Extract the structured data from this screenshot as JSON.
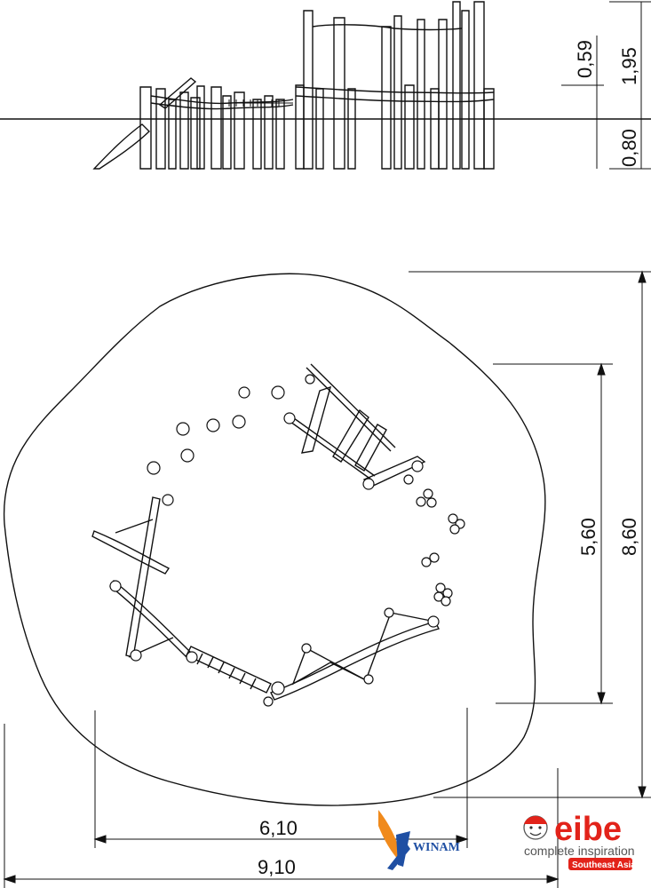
{
  "elevation": {
    "height_above": "0,59",
    "height_total": "1,95",
    "depth_below": "0,80"
  },
  "plan": {
    "inner_height": "5,60",
    "outer_height": "8,60",
    "inner_width": "6,10",
    "outer_width": "9,10"
  },
  "logos": {
    "winam": "WINAM",
    "eibe_name": "eibe",
    "eibe_tagline": "complete inspiration",
    "eibe_region": "Southeast Asia",
    "eibe_color": "#e2231a",
    "winam_color": "#1f4fa3",
    "winam_accent": "#f08a1c"
  }
}
